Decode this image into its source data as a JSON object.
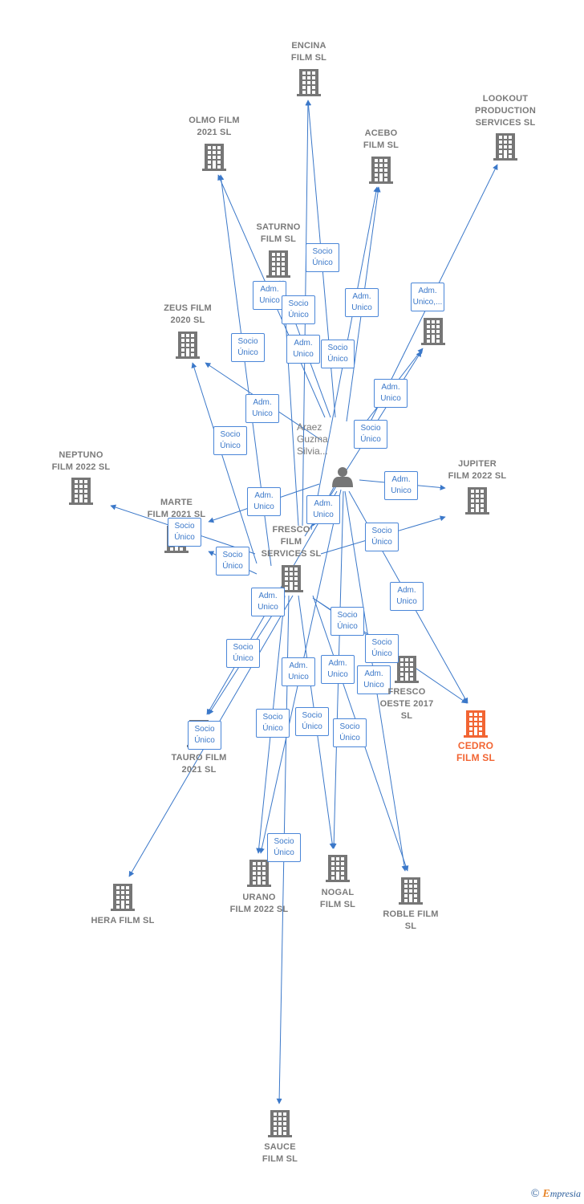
{
  "colors": {
    "edge": "#3b78c9",
    "node": "#767676",
    "focus": "#f26533",
    "label": "#7a7a7a"
  },
  "person": {
    "id": "person",
    "label": "Araez\nGuzma\nSilvia...",
    "icon": "person-icon"
  },
  "companies": [
    {
      "id": "encina",
      "label": "ENCINA\nFILM  SL",
      "icon": "building-icon"
    },
    {
      "id": "lookout",
      "label": "LOOKOUT\nPRODUCTION\nSERVICES SL",
      "icon": "building-icon"
    },
    {
      "id": "olmo",
      "label": "OLMO FILM\n2021  SL",
      "icon": "building-icon"
    },
    {
      "id": "acebo",
      "label": "ACEBO\nFILM  SL",
      "icon": "building-icon"
    },
    {
      "id": "saturno",
      "label": "SATURNO\nFILM  SL",
      "icon": "building-icon"
    },
    {
      "id": "zeus",
      "label": "ZEUS FILM\n2020  SL",
      "icon": "building-icon"
    },
    {
      "id": "unlabeled",
      "label": "",
      "icon": "building-icon"
    },
    {
      "id": "neptuno",
      "label": "NEPTUNO\nFILM 2022  SL",
      "icon": "building-icon"
    },
    {
      "id": "jupiter",
      "label": "JUPITER\nFILM 2022  SL",
      "icon": "building-icon"
    },
    {
      "id": "marte",
      "label": "MARTE\nFILM 2021  SL",
      "icon": "building-icon"
    },
    {
      "id": "fresco",
      "label": "FRESCO\nFILM\nSERVICES SL",
      "icon": "building-icon"
    },
    {
      "id": "fresco_oeste",
      "label": "FRESCO\nOESTE 2017\nSL",
      "icon": "building-icon"
    },
    {
      "id": "cedro",
      "label": "CEDRO\nFILM  SL",
      "icon": "building-icon",
      "focus": true
    },
    {
      "id": "tauro",
      "label": "TAURO FILM\n2021  SL",
      "icon": "building-icon"
    },
    {
      "id": "hera",
      "label": "HERA FILM  SL",
      "icon": "building-icon"
    },
    {
      "id": "urano",
      "label": "URANO\nFILM 2022  SL",
      "icon": "building-icon"
    },
    {
      "id": "nogal",
      "label": "NOGAL\nFILM  SL",
      "icon": "building-icon"
    },
    {
      "id": "roble",
      "label": "ROBLE FILM\nSL",
      "icon": "building-icon"
    },
    {
      "id": "sauce",
      "label": "SAUCE\nFILM  SL",
      "icon": "building-icon"
    }
  ],
  "edges": [
    {
      "from": "person",
      "to": "encina",
      "label": "Adm.\nUnico"
    },
    {
      "from": "fresco",
      "to": "encina",
      "label": "Socio\nÚnico"
    },
    {
      "from": "person",
      "to": "lookout",
      "label": "Adm.\nUnico,..."
    },
    {
      "from": "person",
      "to": "olmo",
      "label": "Adm.\nUnico"
    },
    {
      "from": "fresco",
      "to": "olmo",
      "label": "Socio\nÚnico"
    },
    {
      "from": "person",
      "to": "acebo",
      "label": "Adm.\nUnico"
    },
    {
      "from": "fresco",
      "to": "acebo",
      "label": "Socio\nÚnico"
    },
    {
      "from": "person",
      "to": "saturno",
      "label": "Adm.\nUnico"
    },
    {
      "from": "fresco",
      "to": "saturno",
      "label": "Socio\nÚnico"
    },
    {
      "from": "person",
      "to": "zeus",
      "label": "Adm.\nUnico"
    },
    {
      "from": "fresco",
      "to": "zeus",
      "label": "Socio\nÚnico"
    },
    {
      "from": "person",
      "to": "unlabeled",
      "label": "Adm.\nUnico"
    },
    {
      "from": "fresco",
      "to": "unlabeled",
      "label": "Socio\nÚnico"
    },
    {
      "from": "person",
      "to": "jupiter",
      "label": "Adm.\nUnico"
    },
    {
      "from": "fresco",
      "to": "jupiter",
      "label": "Socio\nÚnico"
    },
    {
      "from": "person",
      "to": "marte",
      "label": "Adm.\nUnico"
    },
    {
      "from": "fresco",
      "to": "marte",
      "label": "Socio\nÚnico"
    },
    {
      "from": "fresco",
      "to": "neptuno",
      "label": "Socio\nÚnico"
    },
    {
      "from": "person",
      "to": "fresco",
      "label": "Adm.\nUnico"
    },
    {
      "from": "person",
      "to": "cedro",
      "label": "Adm.\nUnico"
    },
    {
      "from": "fresco",
      "to": "cedro",
      "label": "Socio\nÚnico"
    },
    {
      "from": "fresco",
      "to": "fresco_oeste",
      "label": "Socio\nÚnico"
    },
    {
      "from": "person",
      "to": "tauro",
      "label": "Adm.\nUnico"
    },
    {
      "from": "fresco",
      "to": "tauro",
      "label": "Socio\nÚnico"
    },
    {
      "from": "fresco",
      "to": "hera",
      "label": "Socio\nÚnico"
    },
    {
      "from": "person",
      "to": "urano",
      "label": "Adm.\nUnico"
    },
    {
      "from": "fresco",
      "to": "urano",
      "label": "Socio\nÚnico"
    },
    {
      "from": "person",
      "to": "nogal",
      "label": "Adm.\nUnico"
    },
    {
      "from": "fresco",
      "to": "nogal",
      "label": "Socio\nÚnico"
    },
    {
      "from": "person",
      "to": "roble",
      "label": "Adm.\nUnico"
    },
    {
      "from": "fresco",
      "to": "roble",
      "label": "Socio\nÚnico"
    },
    {
      "from": "fresco",
      "to": "sauce",
      "label": "Socio\nÚnico"
    }
  ],
  "footer": {
    "copyright": "©",
    "brand_initial": "E",
    "brand_rest": "mpresia"
  }
}
